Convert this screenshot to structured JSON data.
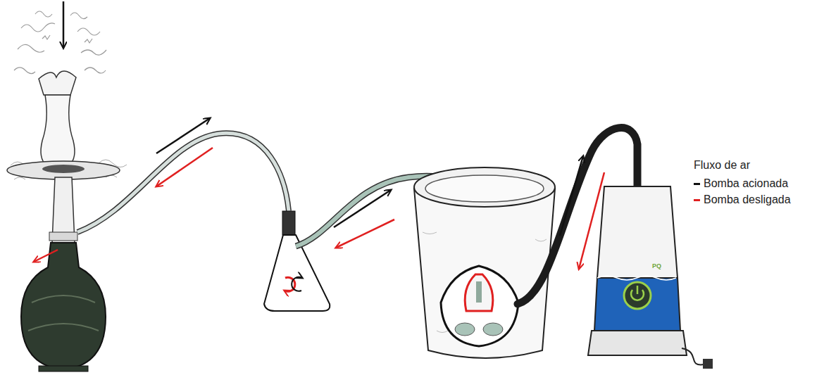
{
  "diagram": {
    "labels": [
      "Fluxo de ar",
      "PQ"
    ],
    "legend": [
      {
        "text": "Bomba acionada"
      },
      {
        "text": "Bomba desligada"
      }
    ]
  }
}
